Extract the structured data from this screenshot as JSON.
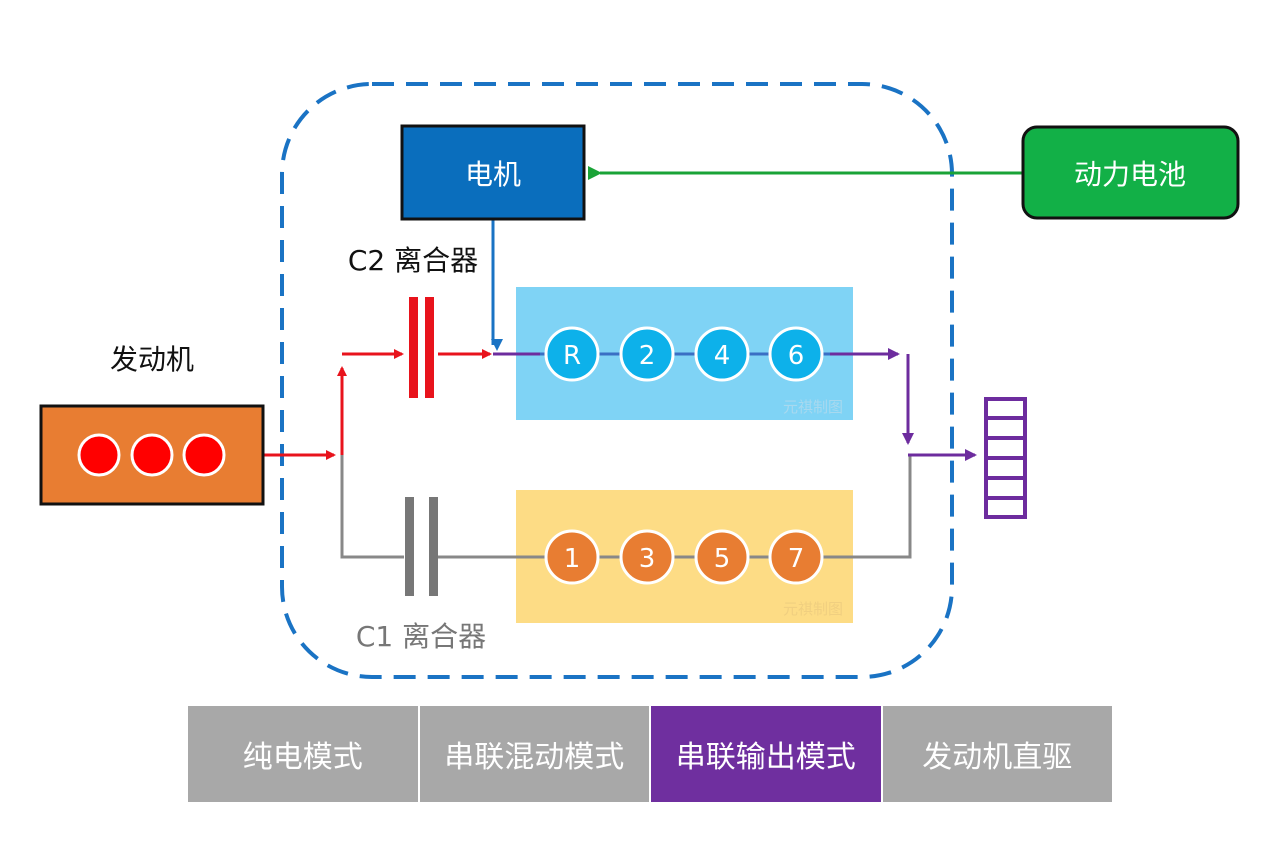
{
  "diagram": {
    "motor": {
      "label": "电机"
    },
    "battery": {
      "label": "动力电池"
    },
    "engine": {
      "label": "发动机"
    },
    "clutch_c2": {
      "label": "C2 离合器"
    },
    "clutch_c1": {
      "label": "C1 离合器"
    },
    "even_gears": [
      "R",
      "2",
      "4",
      "6"
    ],
    "odd_gears": [
      "1",
      "3",
      "5",
      "7"
    ],
    "watermark": "元祺制图"
  },
  "modes": {
    "items": [
      {
        "label": "纯电模式",
        "active": false
      },
      {
        "label": "串联混动模式",
        "active": false
      },
      {
        "label": "串联输出模式",
        "active": true
      },
      {
        "label": "发动机直驱",
        "active": false
      }
    ]
  },
  "colors": {
    "engine_power": "#e8131c",
    "motor_power": "#1a73c4",
    "battery_power": "#1aa337",
    "output_power": "#6d2c9e",
    "idle_path": "#888888",
    "mode_active": "#6f2f9f",
    "mode_inactive": "#a8a8a8",
    "even_shaft_bg": "#7fd3f5",
    "odd_shaft_bg": "#fddc85",
    "even_gear": "#0db1ea",
    "odd_gear": "#e87d32",
    "engine_block": "#e87d32",
    "motor_block": "#0a6ebd",
    "battery_block": "#12b047"
  }
}
